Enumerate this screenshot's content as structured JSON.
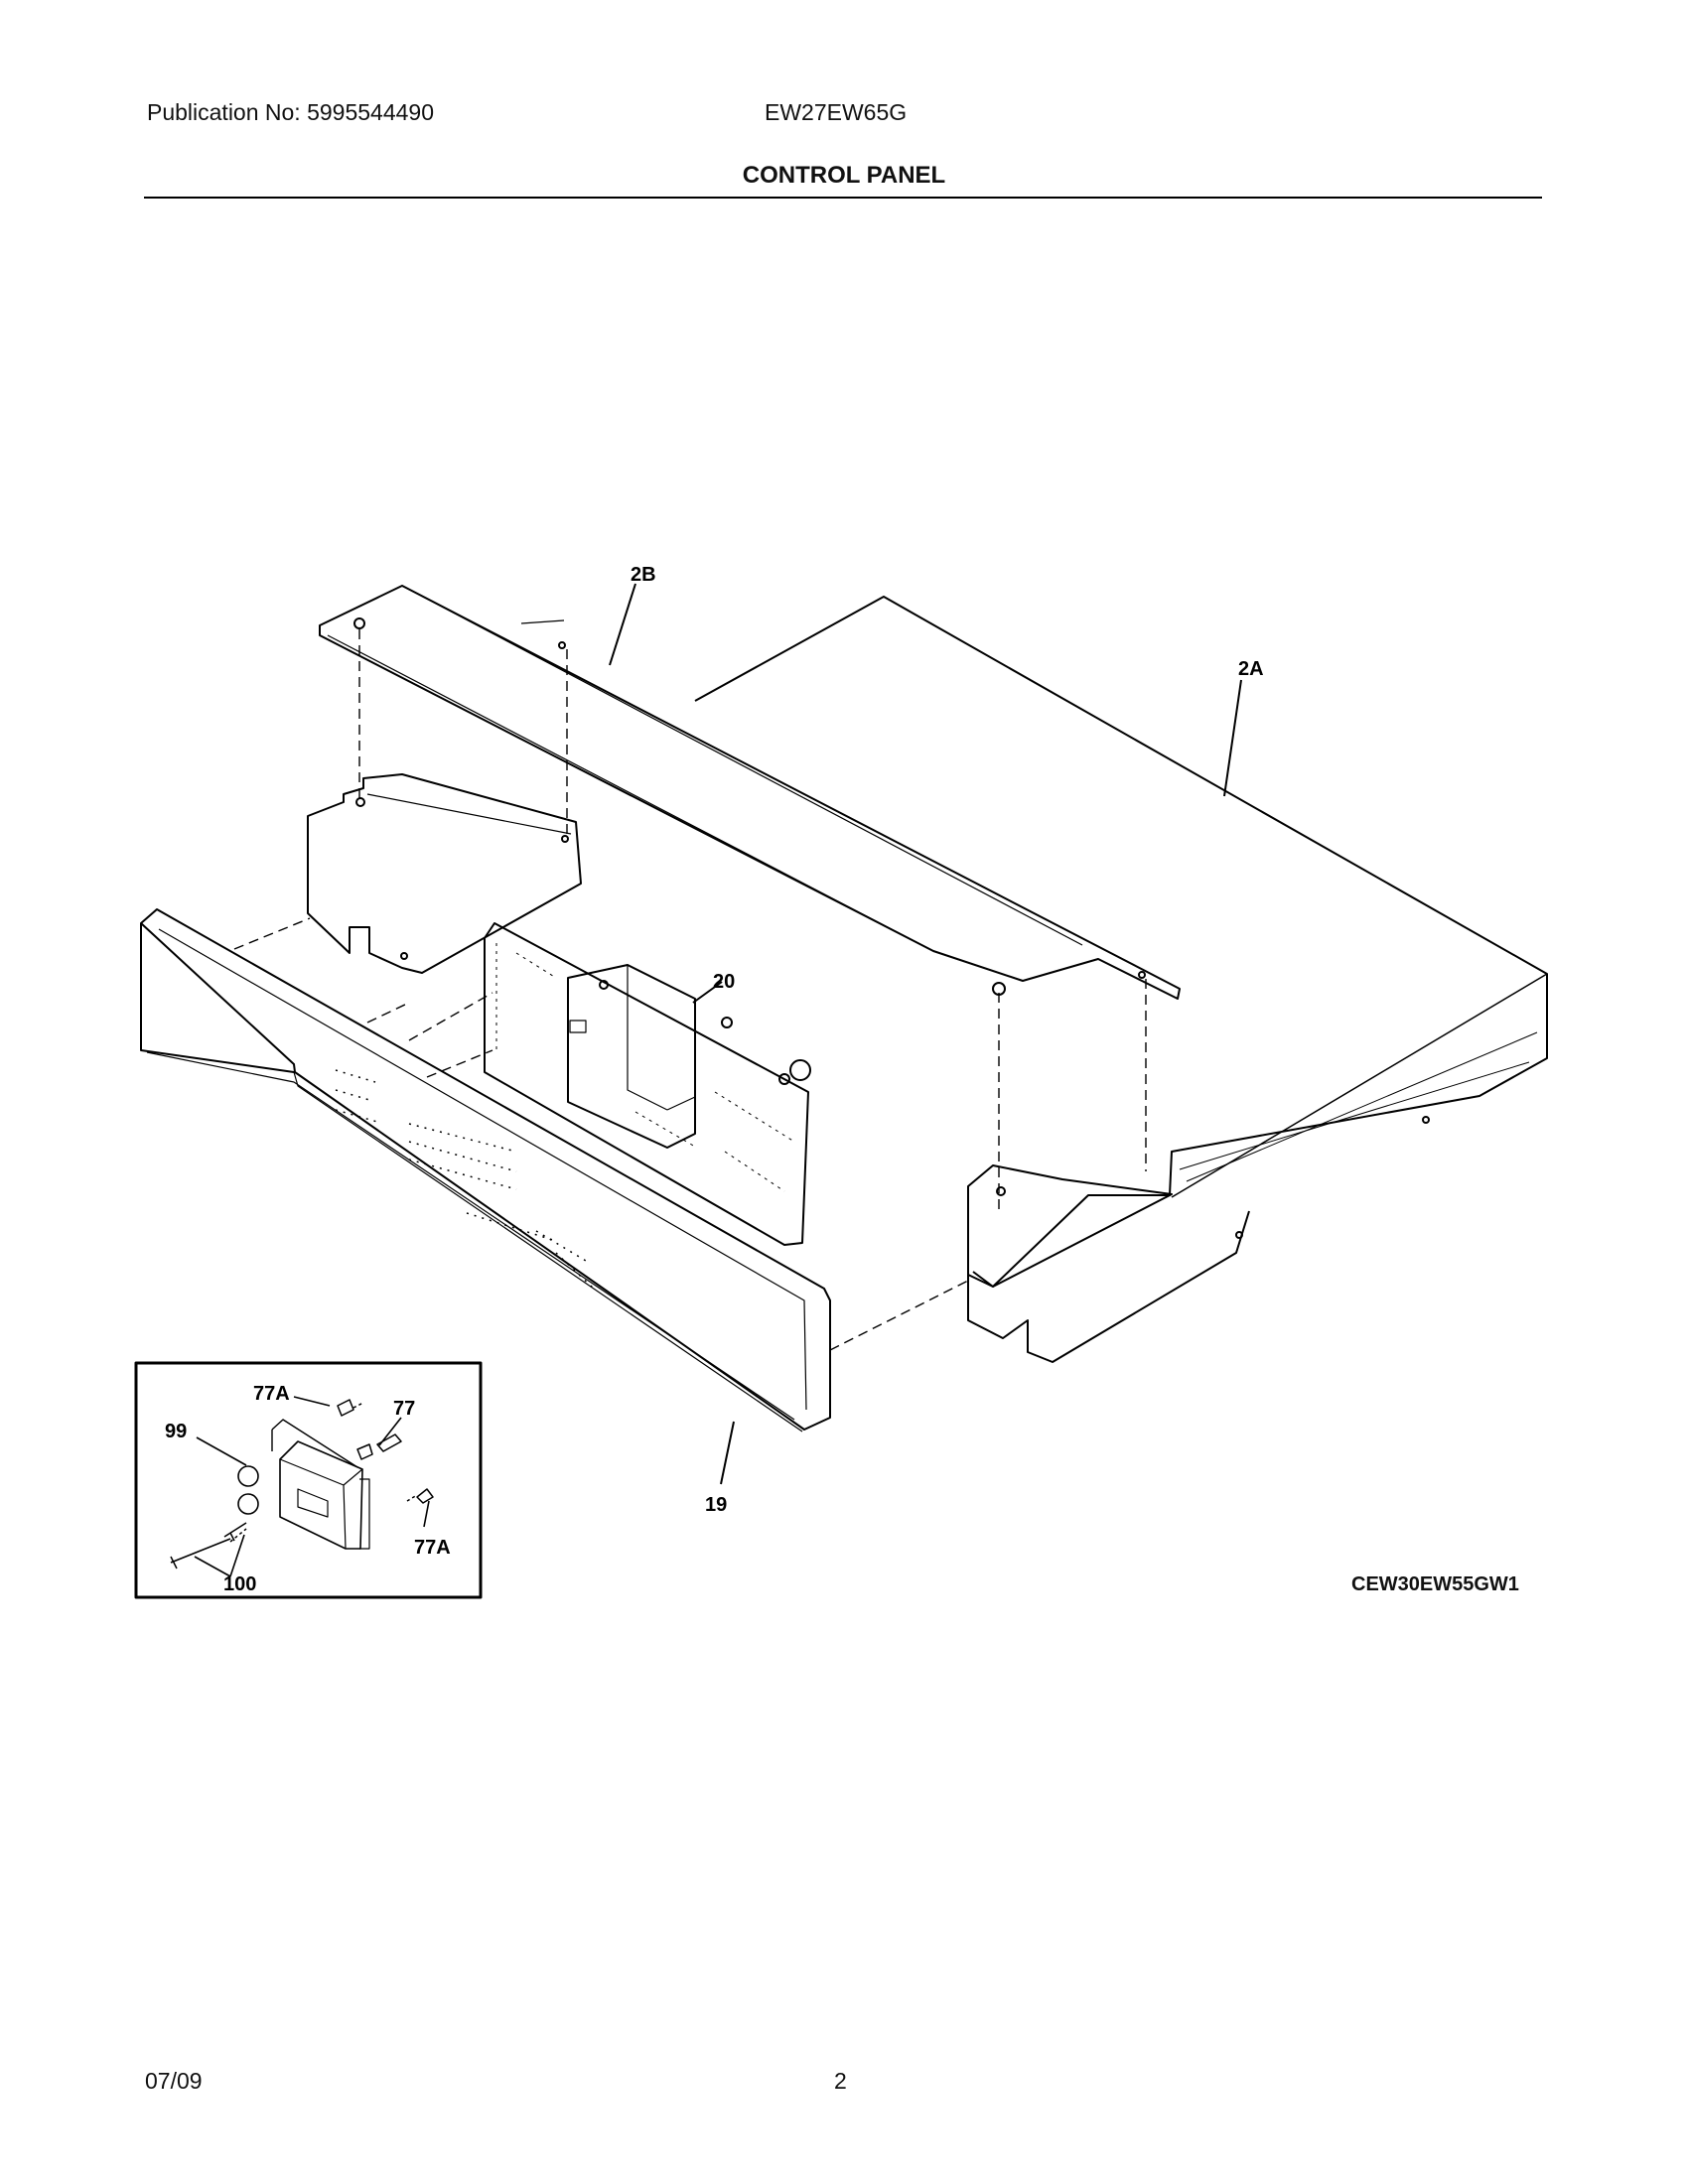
{
  "header": {
    "publication": "Publication No: 5995544490",
    "model": "EW27EW65G",
    "title": "CONTROL PANEL"
  },
  "callouts": {
    "p2B": "2B",
    "p2A": "2A",
    "p20": "20",
    "p19": "19",
    "p77A_top": "77A",
    "p77": "77",
    "p99": "99",
    "p77A_bottom": "77A",
    "p100": "100"
  },
  "diagram_code": "CEW30EW55GW1",
  "footer": {
    "date": "07/09",
    "page": "2"
  }
}
